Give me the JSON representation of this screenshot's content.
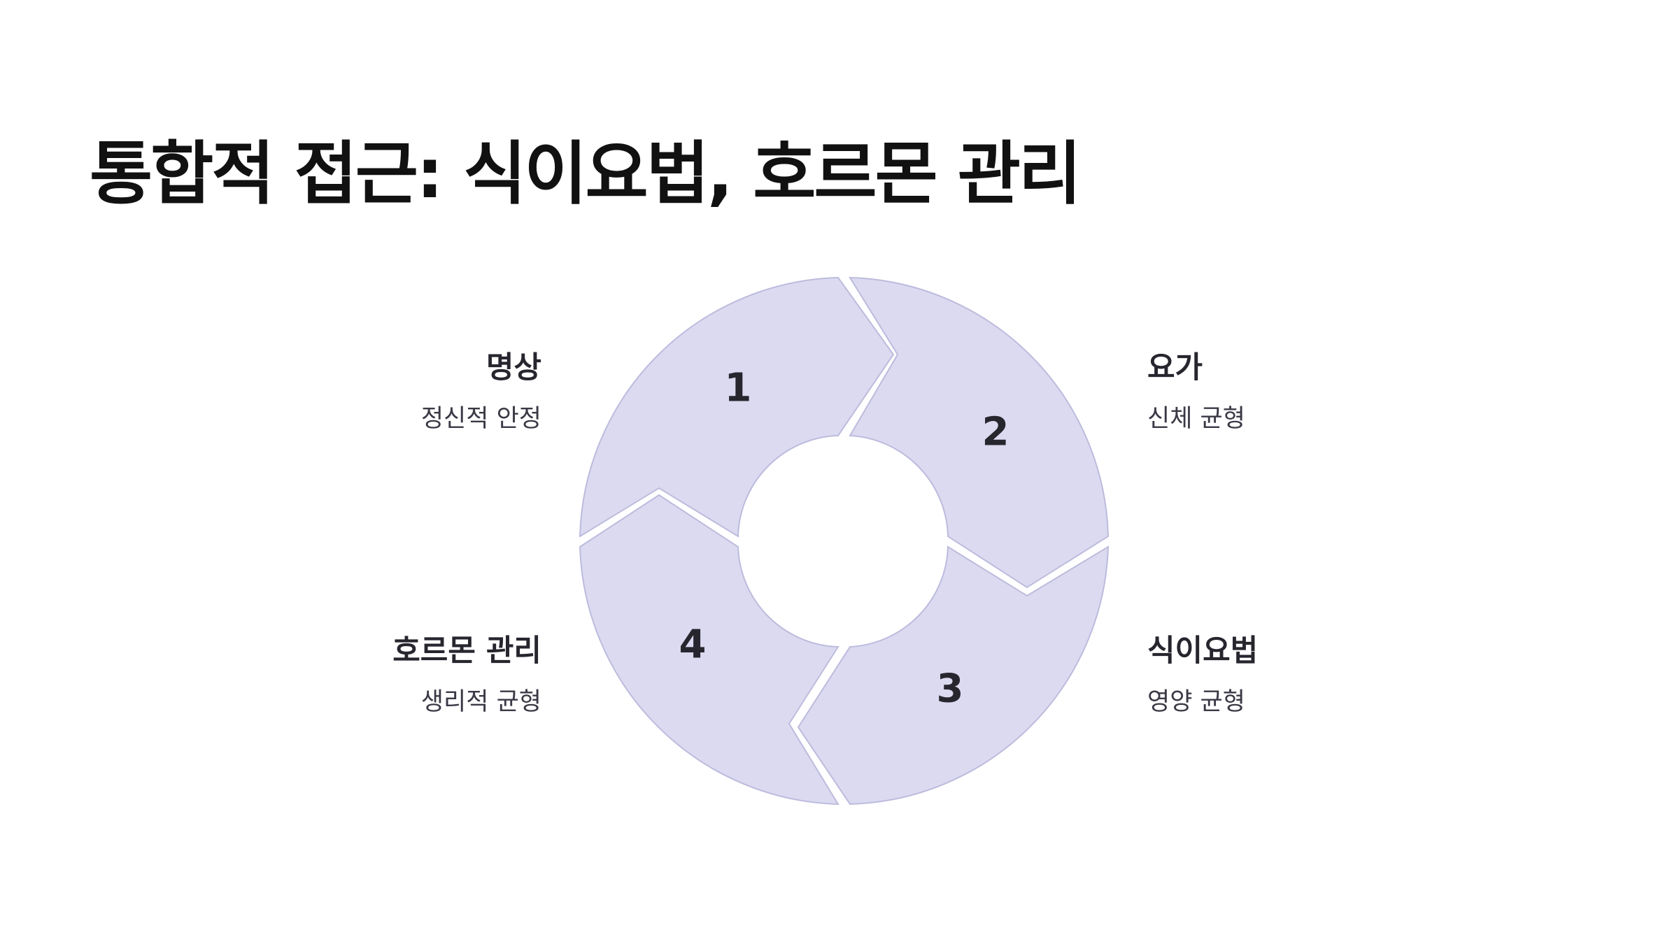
{
  "title": "통합적 접근: 식이요법, 호르몬 관리",
  "colors": {
    "segment_fill": "#dcdaf0",
    "segment_stroke": "#bdbbdd",
    "text_dark": "#27262e"
  },
  "cycle": {
    "steps": [
      {
        "number": "1",
        "title": "명상",
        "description": "정신적 안정"
      },
      {
        "number": "2",
        "title": "요가",
        "description": "신체 균형"
      },
      {
        "number": "3",
        "title": "식이요법",
        "description": "영양 균형"
      },
      {
        "number": "4",
        "title": "호르몬 관리",
        "description": "생리적 균형"
      }
    ]
  }
}
